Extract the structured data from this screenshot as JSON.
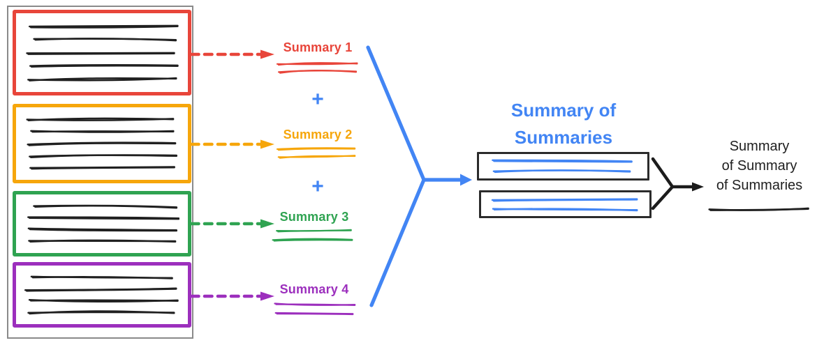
{
  "palette": {
    "red": "#e8453a",
    "yellow": "#f6a60b",
    "green": "#2fa351",
    "purple": "#9c2fbd",
    "blue": "#4285f4",
    "ink": "#202020",
    "outer_box_border": "#8a8a8a",
    "summary_box_border": "#2b2b2b"
  },
  "source_document": {
    "sections": [
      {
        "name": "document-chunk-1",
        "color": "#e8453a",
        "text_lines": 5,
        "width": 2.5
      },
      {
        "name": "document-chunk-2",
        "color": "#f6a60b",
        "text_lines": 5,
        "width": 2.5
      },
      {
        "name": "document-chunk-3",
        "color": "#2fa351",
        "text_lines": 4,
        "width": 2.5
      },
      {
        "name": "document-chunk-4",
        "color": "#9c2fbd",
        "text_lines": 4,
        "width": 2.5
      }
    ],
    "chunk_text_color": "#202020"
  },
  "chunk_summaries": {
    "plus_separator": "+",
    "plus_color": "#4285f4",
    "items": [
      {
        "label": "Summary 1",
        "color": "#e8453a",
        "text_lines": 2,
        "width": 2.2
      },
      {
        "label": "Summary 2",
        "color": "#f6a60b",
        "text_lines": 2,
        "width": 2.2
      },
      {
        "label": "Summary 3",
        "color": "#2fa351",
        "text_lines": 2,
        "width": 2.2
      },
      {
        "label": "Summary 4",
        "color": "#9c2fbd",
        "text_lines": 2,
        "width": 2.2
      }
    ],
    "chunk_scribbles": [
      {
        "color": "#202020",
        "text_lines": 5,
        "width": 2.5
      },
      {
        "color": "#202020",
        "text_lines": 5,
        "width": 2.5
      },
      {
        "color": "#202020",
        "text_lines": 4,
        "width": 2.5
      },
      {
        "color": "#202020",
        "text_lines": 4,
        "width": 2.5
      }
    ]
  },
  "merge": {
    "arrow_color": "#4285f4"
  },
  "summary_of_summaries": {
    "title_line1": "Summary of",
    "title_line2": "Summaries",
    "title_color": "#4285f4",
    "boxes": [
      {
        "text_lines": 2,
        "color": "#4285f4",
        "width": 2.5
      },
      {
        "text_lines": 2,
        "color": "#4285f4",
        "width": 2.5
      }
    ]
  },
  "final_summary": {
    "label_line1": "Summary",
    "label_line2": "of Summary",
    "label_line3": "of Summaries",
    "color": "#202020",
    "arrow_color": "#1c1c1c",
    "scribble": {
      "text_lines": 1,
      "color": "#1f1f1f",
      "width": 2.6
    }
  }
}
